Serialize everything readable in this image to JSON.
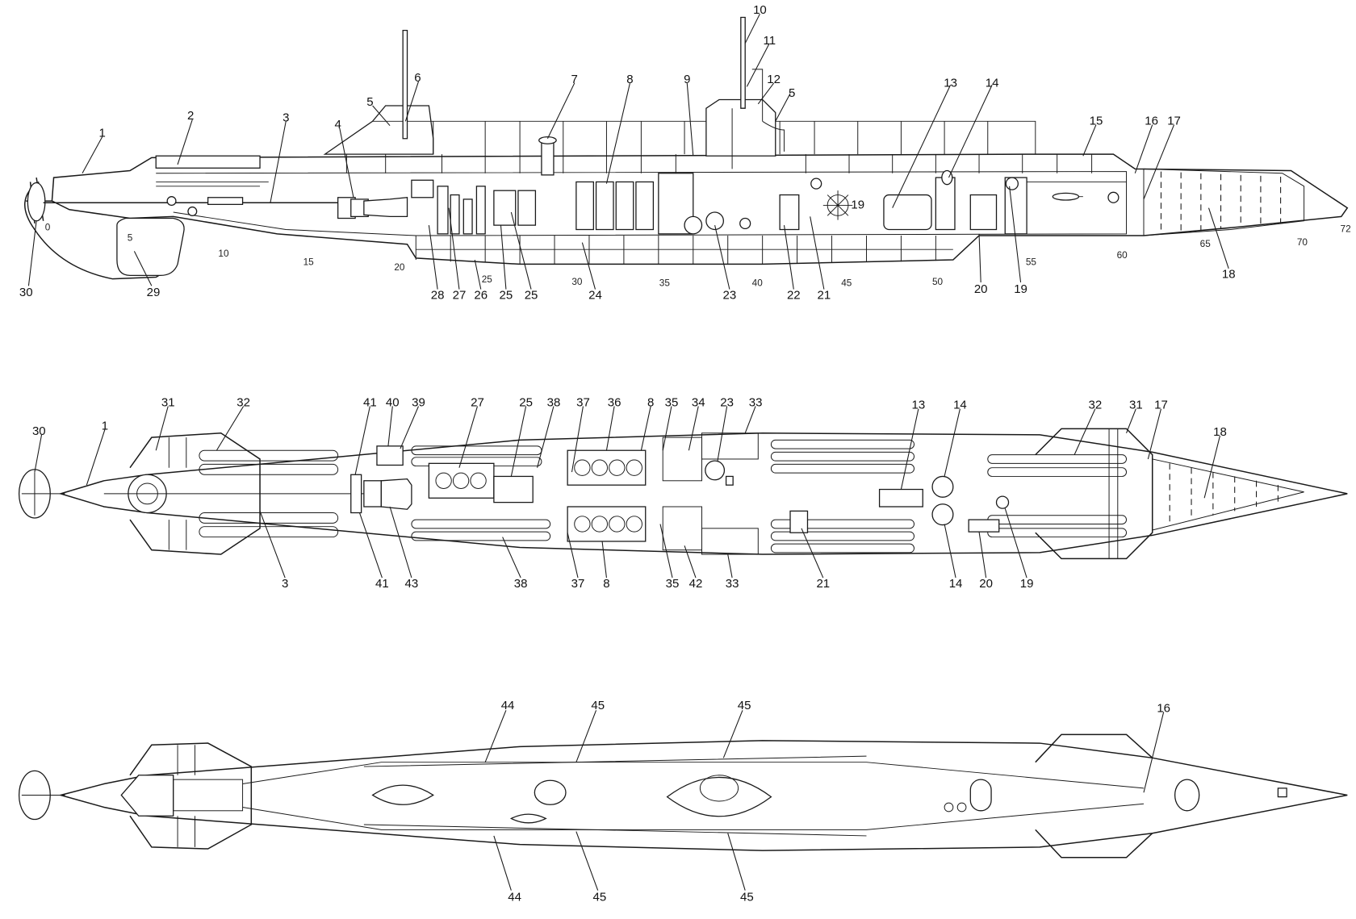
{
  "side_view": {
    "labels": [
      "1",
      "2",
      "3",
      "4",
      "5",
      "6",
      "7",
      "8",
      "9",
      "10",
      "11",
      "12",
      "5",
      "13",
      "14",
      "15",
      "16",
      "17",
      "30",
      "29",
      "28",
      "27",
      "26",
      "25",
      "25",
      "24",
      "23",
      "22",
      "21",
      "20",
      "19",
      "18",
      "19"
    ],
    "frames": [
      "0",
      "5",
      "10",
      "15",
      "20",
      "25",
      "30",
      "35",
      "40",
      "45",
      "50",
      "55",
      "60",
      "65",
      "70",
      "72"
    ]
  },
  "plan_view": {
    "labels": [
      "30",
      "31",
      "1",
      "32",
      "41",
      "40",
      "39",
      "27",
      "25",
      "38",
      "37",
      "36",
      "8",
      "35",
      "34",
      "23",
      "33",
      "13",
      "14",
      "32",
      "31",
      "17",
      "18",
      "3",
      "41",
      "43",
      "38",
      "37",
      "8",
      "35",
      "42",
      "33",
      "21",
      "14",
      "20",
      "19"
    ]
  },
  "top_view": {
    "labels": [
      "44",
      "45",
      "45",
      "16",
      "44",
      "45",
      "45"
    ]
  }
}
